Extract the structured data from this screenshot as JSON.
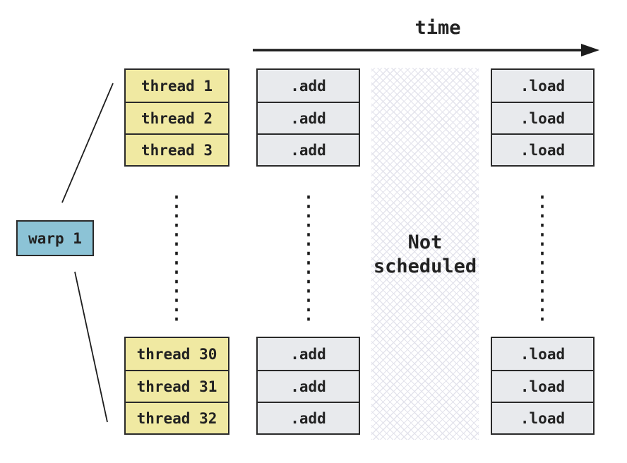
{
  "time_label": "time",
  "warp": {
    "label": "warp 1"
  },
  "groups": {
    "threads_top": [
      "thread 1",
      "thread 2",
      "thread 3"
    ],
    "add_top": [
      ".add",
      ".add",
      ".add"
    ],
    "load_top": [
      ".load",
      ".load",
      ".load"
    ],
    "threads_bottom": [
      "thread 30",
      "thread 31",
      "thread 32"
    ],
    "add_bottom": [
      ".add",
      ".add",
      ".add"
    ],
    "load_bottom": [
      ".load",
      ".load",
      ".load"
    ]
  },
  "not_scheduled": {
    "line1": "Not",
    "line2": "scheduled"
  },
  "colors": {
    "warp_fill": "#8cc3d6",
    "thread_fill": "#f0e9a2",
    "instr_fill": "#e8eaed",
    "border": "#2a2a2a",
    "text": "#222222",
    "hatch_line": "#e3e3ec",
    "line": "#1d1d1d"
  }
}
